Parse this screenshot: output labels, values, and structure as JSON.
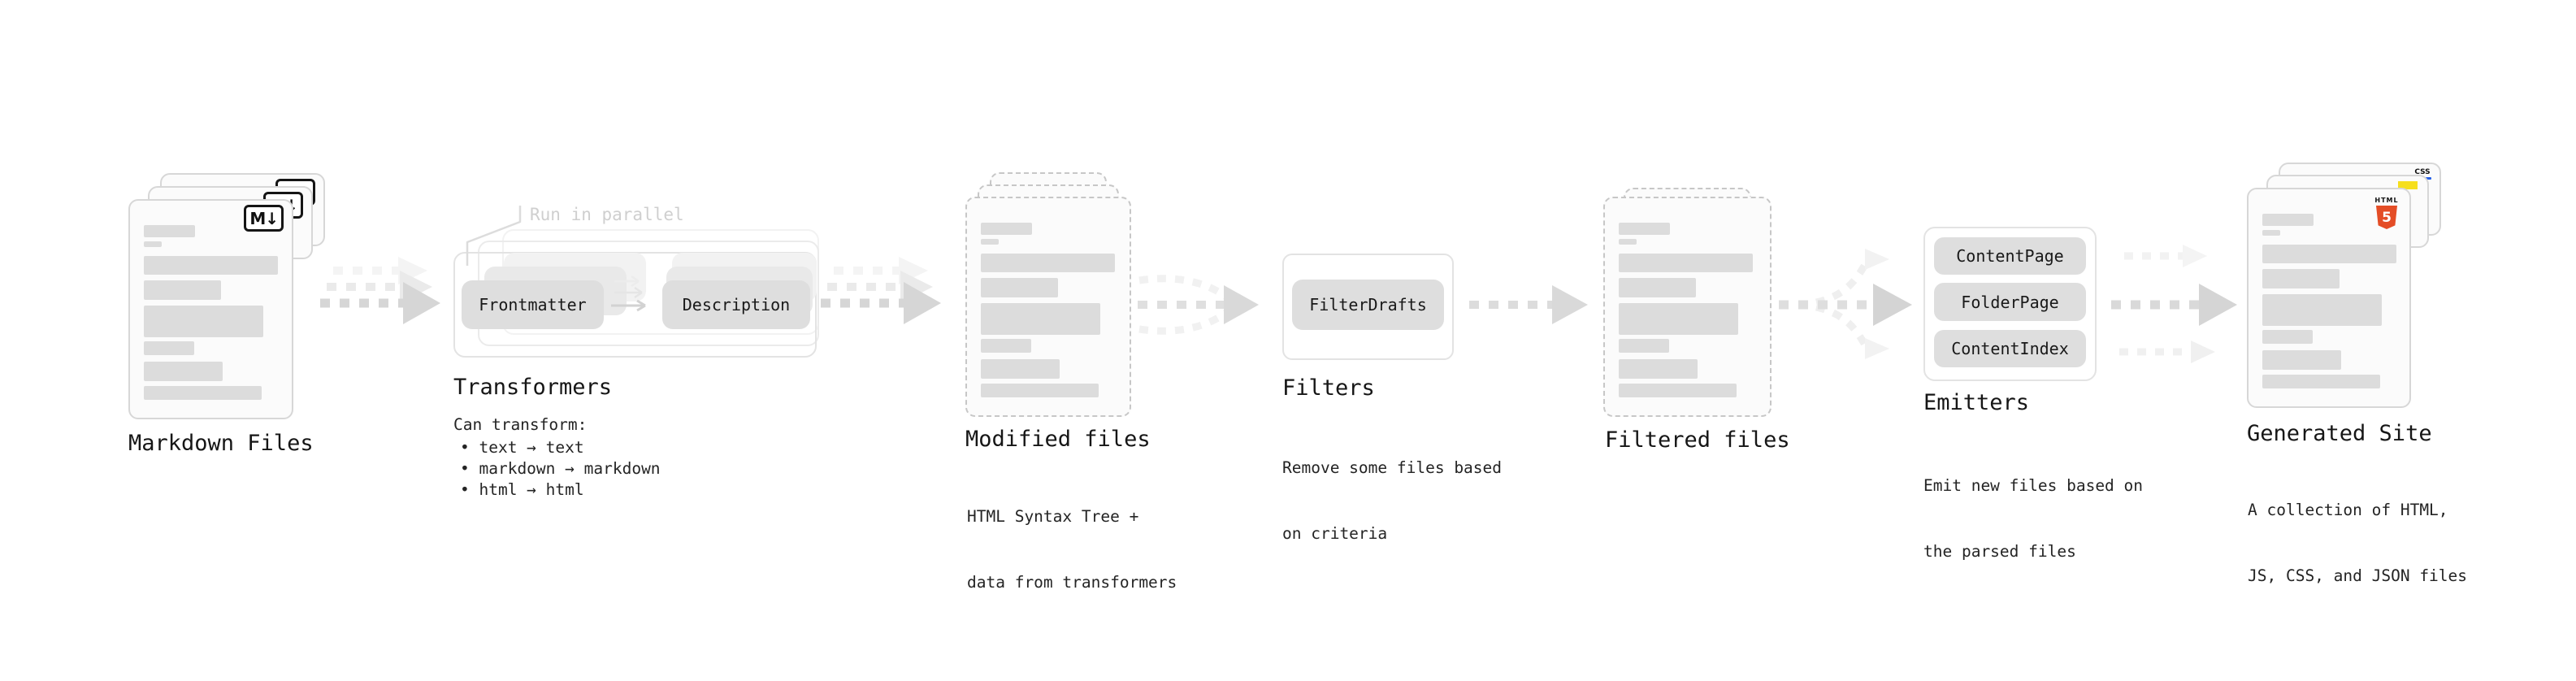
{
  "stage_markdown": {
    "title": "Markdown Files",
    "badge": "M↓"
  },
  "stage_transformers": {
    "callout": "Run in parallel",
    "pill_frontmatter": "Frontmatter",
    "pill_description": "Description",
    "title": "Transformers",
    "desc_lead": "Can transform:",
    "bullets": [
      "text → text",
      "markdown → markdown",
      "html → html"
    ]
  },
  "stage_modified": {
    "title": "Modified files",
    "desc": [
      "HTML Syntax Tree +",
      "data from transformers"
    ]
  },
  "stage_filters": {
    "pill": "FilterDrafts",
    "title": "Filters",
    "desc": [
      "Remove some files based",
      "on criteria"
    ]
  },
  "stage_filtered": {
    "title": "Filtered files"
  },
  "stage_emitters": {
    "pills": [
      "ContentPage",
      "FolderPage",
      "ContentIndex"
    ],
    "title": "Emitters",
    "desc": [
      "Emit new files based on",
      "the parsed files"
    ]
  },
  "stage_generated": {
    "title": "Generated Site",
    "desc": [
      "A collection of HTML,",
      "JS, CSS, and JSON files"
    ],
    "badge_css": "CSS",
    "badge_html": "HTML",
    "badge_html_number": "5"
  },
  "colors": {
    "html5_orange": "#E44D26",
    "js_yellow": "#F6DF1D",
    "css_blue": "#2760E6",
    "placeholder_bar_gray": "#DCDCDC",
    "arrow_gray": "#D6D6D6"
  }
}
